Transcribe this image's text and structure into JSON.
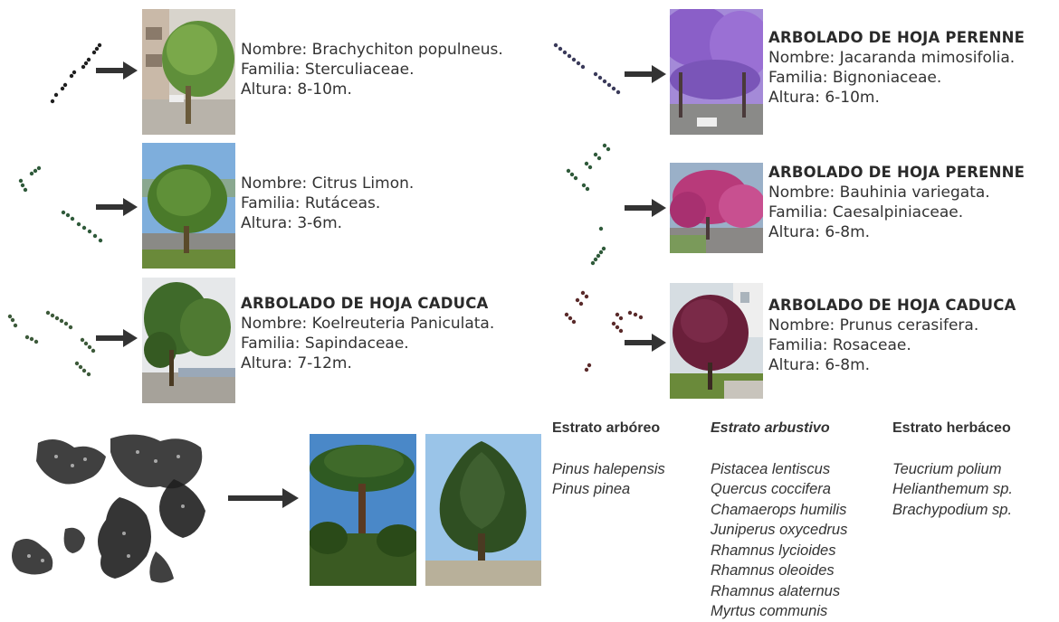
{
  "trees": [
    {
      "id": "brachychiton",
      "heading": "",
      "nombre": "Nombre: Brachychiton populneus.",
      "familia": "Familia: Sterculiaceae.",
      "altura": "Altura: 8-10m.",
      "symbol_color": "#1f1f1f"
    },
    {
      "id": "citrus",
      "heading": "",
      "nombre": "Nombre: Citrus Limon.",
      "familia": "Familia: Rutáceas.",
      "altura": "Altura: 3-6m.",
      "symbol_color": "#2f5a3a"
    },
    {
      "id": "koelreuteria",
      "heading": "ARBOLADO DE HOJA CADUCA",
      "nombre": "Nombre: Koelreuteria Paniculata.",
      "familia": "Familia: Sapindaceae.",
      "altura": "Altura: 7-12m.",
      "symbol_color": "#3d5a3a"
    },
    {
      "id": "jacaranda",
      "heading": "ARBOLADO DE HOJA PERENNE",
      "nombre": "Nombre: Jacaranda mimosifolia.",
      "familia": "Familia: Bignoniaceae.",
      "altura": "Altura: 6-10m.",
      "symbol_color": "#3a3a5a"
    },
    {
      "id": "bauhinia",
      "heading": "ARBOLADO DE HOJA PERENNE",
      "nombre": "Nombre: Bauhinia variegata.",
      "familia": "Familia: Caesalpiniaceae.",
      "altura": "Altura: 6-8m.",
      "symbol_color": "#2f5a3a"
    },
    {
      "id": "prunus",
      "heading": "ARBOLADO DE HOJA CADUCA",
      "nombre": "Nombre: Prunus cerasifera.",
      "familia": "Familia: Rosaceae.",
      "altura": "Altura: 6-8m.",
      "symbol_color": "#5a2a2a"
    }
  ],
  "estratos": [
    {
      "title": "Estrato arbóreo",
      "title_italic": false,
      "species": [
        "Pinus halepensis",
        "Pinus pinea"
      ]
    },
    {
      "title": "Estrato arbustivo",
      "title_italic": true,
      "species": [
        "Pistacea lentiscus",
        "Quercus coccifera",
        "Chamaerops humilis",
        "Juniperus oxycedrus",
        "Rhamnus lycioides",
        "Rhamnus oleoides",
        "Rhamnus alaternus",
        "Myrtus communis"
      ]
    },
    {
      "title": "Estrato herbáceo",
      "title_italic": false,
      "species": [
        "Teucrium polium",
        "Helianthemum sp.",
        "Brachypodium sp."
      ]
    }
  ],
  "colors": {
    "text": "#333333",
    "arrow": "#333333",
    "jacaranda": "#8a5fc8",
    "bauhinia": "#b83a7a",
    "prunus": "#6a1f3a",
    "foliage": "#4a7a2a",
    "sky": "#7eaedc"
  }
}
